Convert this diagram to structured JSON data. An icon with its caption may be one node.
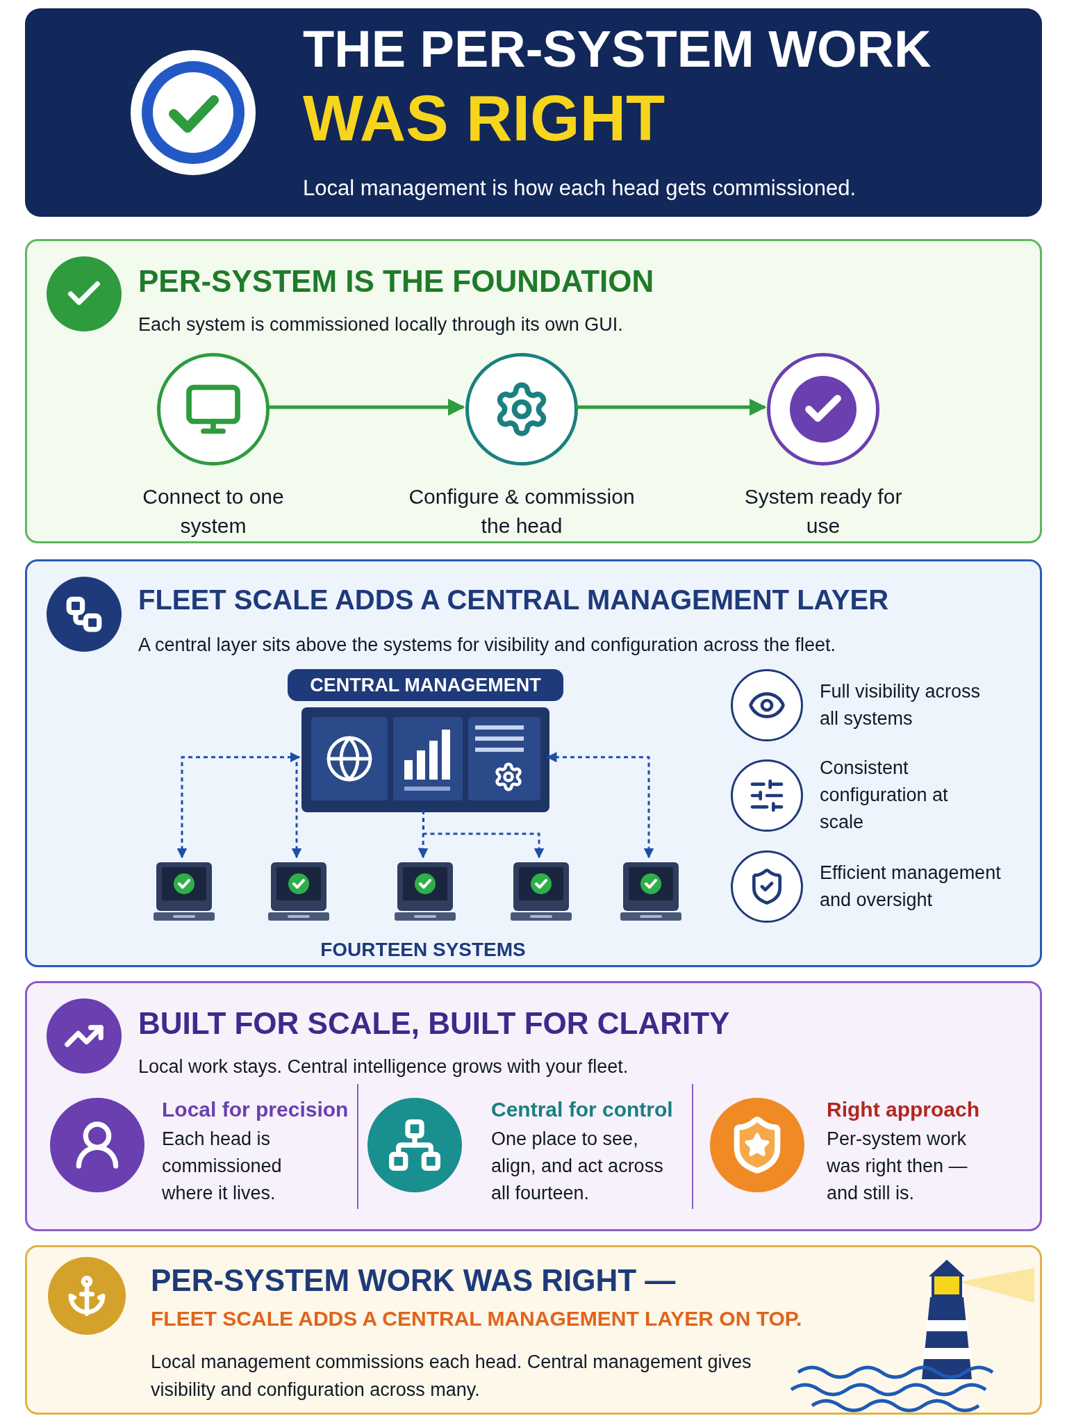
{
  "diagram": {
    "nodes": [
      {
        "text": [
          "THE PER-SYSTEM WORK",
          "WAS RIGHT",
          "Local management is how each head gets commissioned."
        ]
      },
      {
        "text": [
          "PER-SYSTEM IS THE FOUNDATION",
          "Each system is commissioned locally through its own GUI."
        ]
      },
      {
        "text": [],
        "shape": "circle",
        "in": 1,
        "beside": [
          "Connect to one system"
        ]
      },
      {
        "text": [],
        "shape": "circle",
        "in": 1,
        "beside": [
          "Configure & commission the head"
        ]
      },
      {
        "text": [],
        "shape": "circle",
        "in": 1,
        "beside": [
          "System ready for use"
        ]
      },
      {
        "text": [
          "FLEET SCALE ADDS A CENTRAL MANAGEMENT LAYER",
          "A central layer sits above the systems for visibility and configuration across the fleet."
        ]
      },
      {
        "text": [
          "CENTRAL MANAGEMENT"
        ],
        "in": 5
      },
      {
        "text": [],
        "shape": "box",
        "in": 5
      },
      {
        "text": [],
        "shape": "box",
        "in": 5
      },
      {
        "text": [],
        "shape": "box",
        "in": 5
      },
      {
        "text": [],
        "shape": "box",
        "in": 5
      },
      {
        "text": [],
        "shape": "box",
        "in": 5
      },
      {
        "text": [
          "BUILT FOR SCALE, BUILT FOR CLARITY",
          "Local work stays. Central intelligence grows with your fleet."
        ]
      },
      {
        "text": [
          "PER-SYSTEM WORK WAS RIGHT —",
          "FLEET SCALE ADDS A CENTRAL MANAGEMENT LAYER ON TOP.",
          "Local management commissions each head. Central management gives visibility and configuration across many."
        ]
      }
    ],
    "edges": [
      {
        "from": 2,
        "to": 3,
        "arrow": "to",
        "color": "#2e9b3e"
      },
      {
        "from": 3,
        "to": 4,
        "arrow": "to",
        "color": "#2e9b3e"
      },
      {
        "from": 6,
        "to": 7,
        "arrow": "both",
        "style": "dashed"
      },
      {
        "from": 6,
        "to": 8,
        "arrow": "to",
        "style": "dashed"
      },
      {
        "from": 6,
        "to": 9,
        "arrow": "to",
        "style": "dashed"
      },
      {
        "from": 6,
        "to": 10,
        "arrow": "to",
        "style": "dashed"
      },
      {
        "from": 6,
        "to": 11,
        "arrow": "both",
        "style": "dashed"
      }
    ],
    "labels": [
      "FOURTEEN SYSTEMS",
      "Full visibility across all systems",
      "Consistent configuration at scale",
      "Efficient management and oversight",
      "Local for precision",
      "Each head is commissioned where it lives.",
      "Central for control",
      "One place to see, align, and act across all fourteen.",
      "Right approach",
      "Per-system work was right then — and still is."
    ]
  }
}
